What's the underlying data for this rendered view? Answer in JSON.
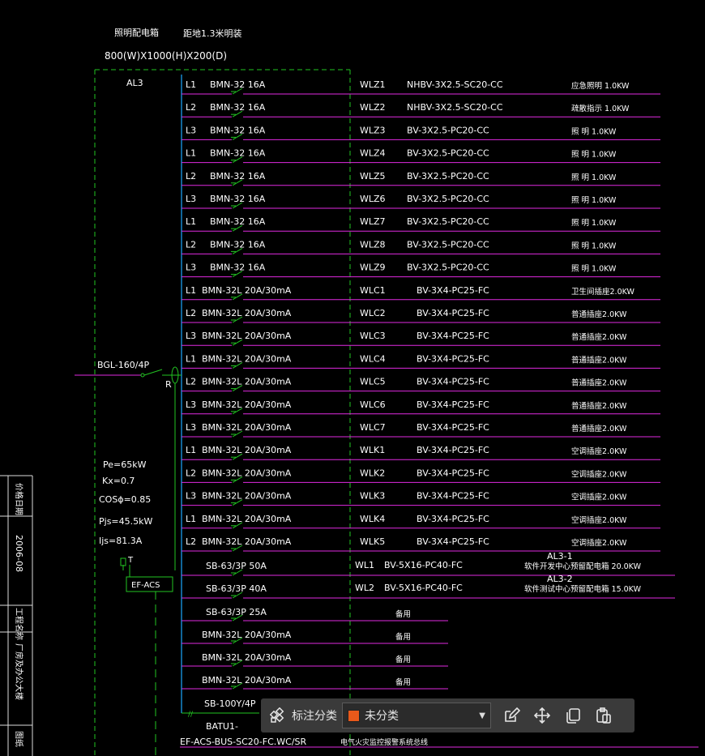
{
  "header": {
    "title": "照明配电箱",
    "install": "距地1.3米明装",
    "dimension": "800(W)X1000(H)X200(D)",
    "panel_id": "AL3"
  },
  "incoming": {
    "breaker": "BGL-160/4P",
    "rcd_label": "R",
    "pe": "Pe=65kW",
    "kx": "Kx=0.7",
    "cos": "COSϕ=0.85",
    "pjs": "Pjs=45.5kW",
    "ijs": "Ijs=81.3A",
    "t_label": "T",
    "efacs": "EF-ACS",
    "batu": "BATU1-",
    "sb100": "SB-100Y/4P",
    "bus_line": "EF-ACS-BUS-SC20-FC.WC/SR",
    "bus_desc": "电气火灾监控报警系统总线"
  },
  "circuits": [
    {
      "phase": "L1",
      "breaker": "BMN-32 16A",
      "code": "WLZ1",
      "cable": "NHBV-3X2.5-SC20-CC",
      "load": "应急照明 1.0KW"
    },
    {
      "phase": "L2",
      "breaker": "BMN-32 16A",
      "code": "WLZ2",
      "cable": "NHBV-3X2.5-SC20-CC",
      "load": "疏散指示 1.0KW"
    },
    {
      "phase": "L3",
      "breaker": "BMN-32 16A",
      "code": "WLZ3",
      "cable": "BV-3X2.5-PC20-CC",
      "load": "照 明 1.0KW"
    },
    {
      "phase": "L1",
      "breaker": "BMN-32 16A",
      "code": "WLZ4",
      "cable": "BV-3X2.5-PC20-CC",
      "load": "照 明 1.0KW"
    },
    {
      "phase": "L2",
      "breaker": "BMN-32 16A",
      "code": "WLZ5",
      "cable": "BV-3X2.5-PC20-CC",
      "load": "照 明 1.0KW"
    },
    {
      "phase": "L3",
      "breaker": "BMN-32 16A",
      "code": "WLZ6",
      "cable": "BV-3X2.5-PC20-CC",
      "load": "照 明 1.0KW"
    },
    {
      "phase": "L1",
      "breaker": "BMN-32 16A",
      "code": "WLZ7",
      "cable": "BV-3X2.5-PC20-CC",
      "load": "照 明 1.0KW"
    },
    {
      "phase": "L2",
      "breaker": "BMN-32 16A",
      "code": "WLZ8",
      "cable": "BV-3X2.5-PC20-CC",
      "load": "照 明 1.0KW"
    },
    {
      "phase": "L3",
      "breaker": "BMN-32 16A",
      "code": "WLZ9",
      "cable": "BV-3X2.5-PC20-CC",
      "load": "照 明 1.0KW"
    },
    {
      "phase": "L1",
      "breaker": "BMN-32L 20A/30mA",
      "code": "WLC1",
      "cable": "BV-3X4-PC25-FC",
      "load": "卫生间插座2.0KW"
    },
    {
      "phase": "L2",
      "breaker": "BMN-32L 20A/30mA",
      "code": "WLC2",
      "cable": "BV-3X4-PC25-FC",
      "load": "普通插座2.0KW"
    },
    {
      "phase": "L3",
      "breaker": "BMN-32L 20A/30mA",
      "code": "WLC3",
      "cable": "BV-3X4-PC25-FC",
      "load": "普通插座2.0KW"
    },
    {
      "phase": "L1",
      "breaker": "BMN-32L 20A/30mA",
      "code": "WLC4",
      "cable": "BV-3X4-PC25-FC",
      "load": "普通插座2.0KW"
    },
    {
      "phase": "L2",
      "breaker": "BMN-32L 20A/30mA",
      "code": "WLC5",
      "cable": "BV-3X4-PC25-FC",
      "load": "普通插座2.0KW"
    },
    {
      "phase": "L3",
      "breaker": "BMN-32L 20A/30mA",
      "code": "WLC6",
      "cable": "BV-3X4-PC25-FC",
      "load": "普通插座2.0KW"
    },
    {
      "phase": "L3",
      "breaker": "BMN-32L 20A/30mA",
      "code": "WLC7",
      "cable": "BV-3X4-PC25-FC",
      "load": "普通插座2.0KW"
    },
    {
      "phase": "L1",
      "breaker": "BMN-32L 20A/30mA",
      "code": "WLK1",
      "cable": "BV-3X4-PC25-FC",
      "load": "空调插座2.0KW"
    },
    {
      "phase": "L2",
      "breaker": "BMN-32L 20A/30mA",
      "code": "WLK2",
      "cable": "BV-3X4-PC25-FC",
      "load": "空调插座2.0KW"
    },
    {
      "phase": "L3",
      "breaker": "BMN-32L 20A/30mA",
      "code": "WLK3",
      "cable": "BV-3X4-PC25-FC",
      "load": "空调插座2.0KW"
    },
    {
      "phase": "L1",
      "breaker": "BMN-32L 20A/30mA",
      "code": "WLK4",
      "cable": "BV-3X4-PC25-FC",
      "load": "空调插座2.0KW"
    },
    {
      "phase": "L2",
      "breaker": "BMN-32L 20A/30mA",
      "code": "WLK5",
      "cable": "BV-3X4-PC25-FC",
      "load": "空调插座2.0KW"
    }
  ],
  "three_phase": [
    {
      "breaker": "SB-63/3P 50A",
      "code": "WL1",
      "cable": "BV-5X16-PC40-FC",
      "sub_panel": "AL3-1",
      "load": "软件开发中心预留配电箱 20.0KW"
    },
    {
      "breaker": "SB-63/3P 40A",
      "code": "WL2",
      "cable": "BV-5X16-PC40-FC",
      "sub_panel": "AL3-2",
      "load": "软件测试中心预留配电箱 15.0KW"
    }
  ],
  "spares": [
    {
      "breaker": "SB-63/3P 25A",
      "note": "备用"
    },
    {
      "breaker": "BMN-32L 20A/30mA",
      "note": "备用"
    },
    {
      "breaker": "BMN-32L 20A/30mA",
      "note": "备用"
    },
    {
      "breaker": "BMN-32L 20A/30mA",
      "note": "备用"
    }
  ],
  "title_block": {
    "row1": "价格日期",
    "row2": "2006-08",
    "row3": "工程名称",
    "row4": "厂房及办公大楼",
    "row5": "图纸"
  },
  "toolbar": {
    "label": "标注分类",
    "category": "未分类",
    "category_color": "#e8591a"
  },
  "colors": {
    "frame": "#22c322",
    "bus": "#1aa8ff",
    "feeder": "#e02ae0",
    "spare_line": "#e02ae0"
  }
}
